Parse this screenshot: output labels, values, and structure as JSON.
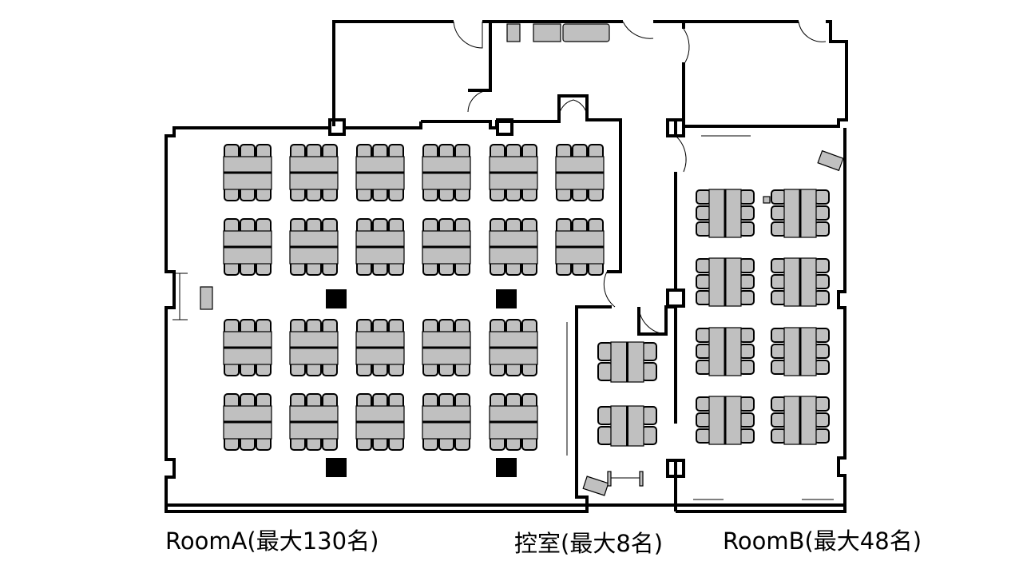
{
  "rooms": [
    {
      "name": "RoomA(最大130名)"
    },
    {
      "name": "控室(最大8名)"
    },
    {
      "name": "RoomB(最大48名)"
    }
  ],
  "colors": {
    "furniture": "#c0c0c0",
    "wall": "#000000"
  }
}
